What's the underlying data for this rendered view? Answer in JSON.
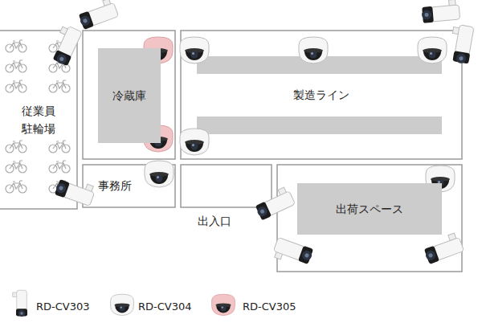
{
  "diagram": {
    "nodes": [
      {
        "text": [
          "従業員 駐輪場"
        ]
      },
      {
        "text": [
          "冷蔵庫"
        ]
      },
      {
        "text": [
          "製造ライン"
        ]
      },
      {
        "text": [
          "事務所"
        ]
      },
      {
        "text": [
          "出荷スペース"
        ]
      }
    ],
    "labels": [
      "出入口"
    ],
    "legend": [
      {
        "text": "RD-CV303"
      },
      {
        "text": "RD-CV304"
      },
      {
        "text": "RD-CV305"
      }
    ]
  }
}
